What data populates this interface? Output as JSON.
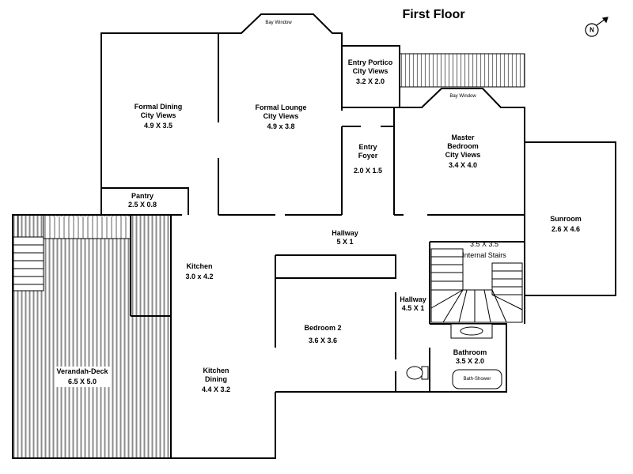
{
  "title": "First Floor",
  "compass": {
    "label": "N",
    "icon": "north-arrow-icon"
  },
  "rooms": {
    "formal_dining": {
      "name": "Formal Dining",
      "sub": "City Views",
      "dims": "4.9 X 3.5"
    },
    "formal_lounge": {
      "name": "Formal Lounge",
      "sub": "City Views",
      "dims": "4.9 x 3.8"
    },
    "bay_window_lounge": {
      "name": "Bay Window"
    },
    "entry_portico": {
      "name": "Entry Portico",
      "sub": "City Views",
      "dims": "3.2 X 2.0"
    },
    "entry_foyer": {
      "name": "Entry",
      "sub": "Foyer",
      "dims": "2.0 X 1.5"
    },
    "master_bedroom": {
      "name": "Master",
      "sub": "Bedroom",
      "sub2": "City Views",
      "dims": "3.4 X 4.0"
    },
    "bay_window_master": {
      "name": "Bay Window"
    },
    "sunroom": {
      "name": "Sunroom",
      "dims": "2.6 X 4.6"
    },
    "pantry": {
      "name": "Pantry",
      "dims": "2.5 X 0.8"
    },
    "hallway_main": {
      "name": "Hallway",
      "dims": "5 X 1"
    },
    "internal_stairs": {
      "dims": "3.5 X 3.5",
      "name": "Internal Stairs"
    },
    "kitchen": {
      "name": "Kitchen",
      "dims": "3.0 x 4.2"
    },
    "hallway_small": {
      "name": "Hallway",
      "dims": "4.5 X 1"
    },
    "bedroom2": {
      "name": "Bedroom 2",
      "dims": "3.6 X 3.6"
    },
    "bathroom": {
      "name": "Bathroom",
      "dims": "3.5 X 2.0"
    },
    "bath_shower": {
      "name": "Bath-Shower"
    },
    "kitchen_dining": {
      "name": "Kitchen",
      "sub": "Dining",
      "dims": "4.4 X 3.2"
    },
    "verandah": {
      "name": "Verandah-Deck",
      "dims": "6.5 X 5.0"
    }
  },
  "colors": {
    "wall": "#000000",
    "deck_stripe": "#9a9a9a",
    "background": "#ffffff"
  }
}
